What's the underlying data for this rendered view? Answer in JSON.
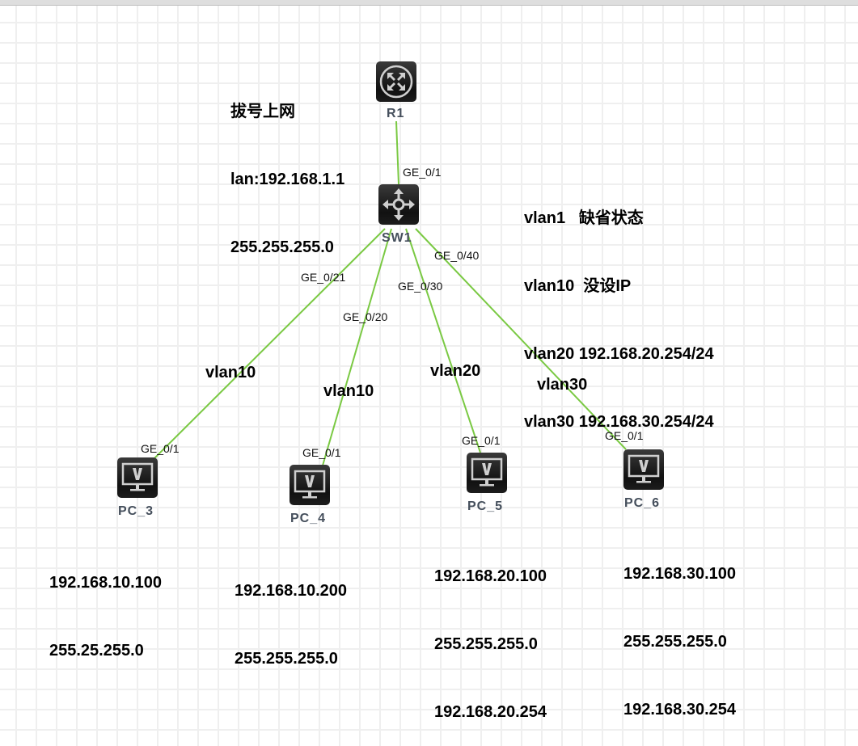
{
  "colors": {
    "link": "#7ac943",
    "device_bg": "#1a1a1a",
    "device_label": "#454f5c",
    "grid": "#efefef"
  },
  "devices": {
    "r1": {
      "label": "R1",
      "icon": "router-icon"
    },
    "sw1": {
      "label": "SW1",
      "icon": "switch-icon"
    },
    "pc3": {
      "label": "PC_3",
      "icon": "pc-icon"
    },
    "pc4": {
      "label": "PC_4",
      "icon": "pc-icon"
    },
    "pc5": {
      "label": "PC_5",
      "icon": "pc-icon"
    },
    "pc6": {
      "label": "PC_6",
      "icon": "pc-icon"
    }
  },
  "links": [
    {
      "from": "R1",
      "to": "SW1",
      "ports": [
        "GE_0/1"
      ]
    },
    {
      "from": "SW1",
      "to": "PC_3",
      "ports": [
        "GE_0/21",
        "GE_0/1"
      ],
      "vlan": "vlan10"
    },
    {
      "from": "SW1",
      "to": "PC_4",
      "ports": [
        "GE_0/20",
        "GE_0/1"
      ],
      "vlan": "vlan10"
    },
    {
      "from": "SW1",
      "to": "PC_5",
      "ports": [
        "GE_0/30",
        "GE_0/1"
      ],
      "vlan": "vlan20"
    },
    {
      "from": "SW1",
      "to": "PC_6",
      "ports": [
        "GE_0/40",
        "GE_0/1"
      ],
      "vlan": "vlan30"
    }
  ],
  "notes": {
    "r1": [
      "拔号上网",
      "lan:192.168.1.1",
      "255.255.255.0"
    ],
    "sw1": [
      "vlan1   缺省状态",
      "vlan10  没设IP",
      "vlan20 192.168.20.254/24",
      "vlan30 192.168.30.254/24"
    ],
    "pc3": [
      "192.168.10.100",
      "255.25.255.0"
    ],
    "pc4": [
      "192.168.10.200",
      "255.255.255.0"
    ],
    "pc5": [
      "192.168.20.100",
      "255.255.255.0",
      "192.168.20.254"
    ],
    "pc6": [
      "192.168.30.100",
      "255.255.255.0",
      "192.168.30.254"
    ]
  }
}
